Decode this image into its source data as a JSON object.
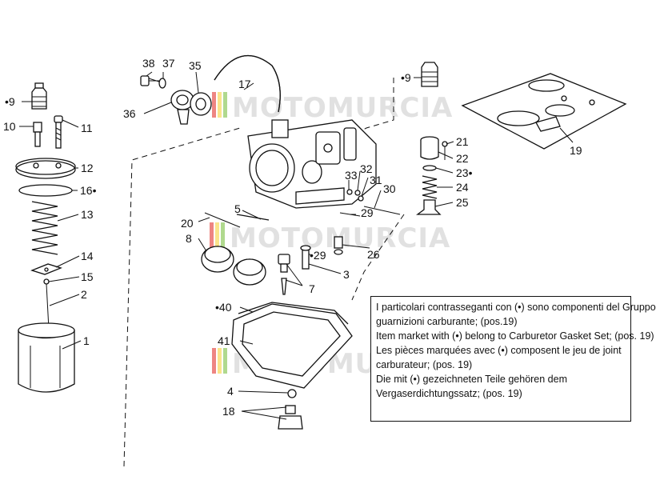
{
  "callouts": {
    "c1": "1",
    "c2": "2",
    "c3": "3",
    "c4": "4",
    "c5": "5",
    "c7": "7",
    "c8": "8",
    "c9a": "•9",
    "c9b": "•9",
    "c10": "10",
    "c11": "11",
    "c12": "12",
    "c13": "13",
    "c14": "14",
    "c15": "15",
    "c16": "16•",
    "c17": "17",
    "c18": "18",
    "c19": "19",
    "c20": "20",
    "c21": "21",
    "c22": "22",
    "c23": "23•",
    "c24": "24",
    "c25": "25",
    "c26": "26",
    "c29a": "29",
    "c29b": "•29",
    "c30": "30",
    "c31": "31",
    "c32": "32",
    "c33": "33",
    "c35": "35",
    "c36": "36",
    "c37": "37",
    "c38": "38",
    "c40": "•40",
    "c41": "41"
  },
  "watermark": {
    "text": "MOTOMURCIA",
    "colors": [
      "#e3342f",
      "#f7d23e",
      "#7bc043"
    ]
  },
  "note": {
    "line1": "I particolari contrasseganti con (•) sono componenti del Gruppo",
    "line2": "guarnizioni carburante; (pos.19)",
    "line3": "Item market with (•) belong to Carburetor Gasket Set; (pos. 19)",
    "line4": "Les pièces marquées avec (•) composent le jeu de joint",
    "line5": "carburateur; (pos. 19)",
    "line6": "Die mit (•) gezeichneten Teile gehören dem",
    "line7": "Vergaserdichtungssatz; (pos. 19)"
  }
}
